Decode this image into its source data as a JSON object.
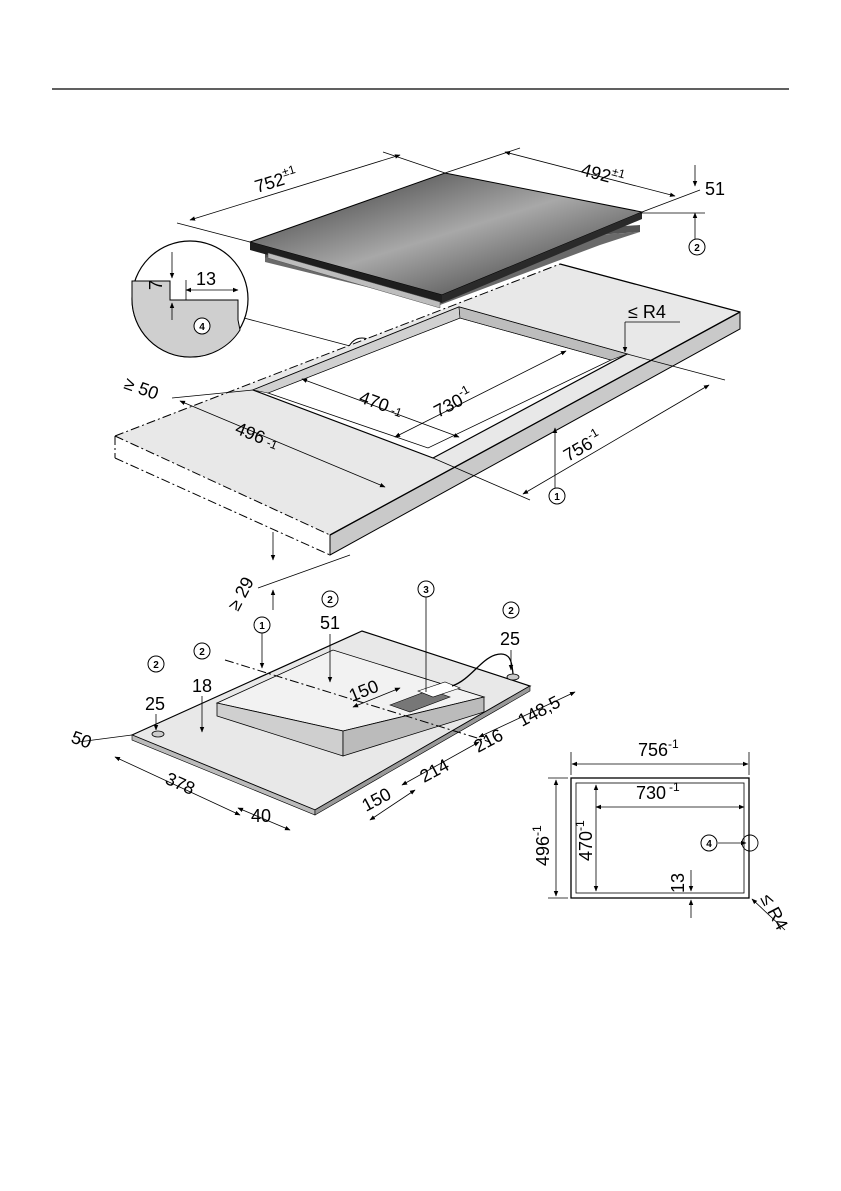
{
  "hob": {
    "width": {
      "value": "752",
      "tol": "±1"
    },
    "depth": {
      "value": "492",
      "tol": "±1"
    },
    "height": "51",
    "height_ref": "2"
  },
  "cutout": {
    "detail_corner_w": "13",
    "detail_corner_h": "7",
    "detail_ref": "4",
    "corner_radius": "≤ R4",
    "front_clearance": "≥ 50",
    "inner_depth": {
      "value": "470",
      "tol": "-1"
    },
    "inner_width": {
      "value": "730",
      "tol": "-1"
    },
    "outer_depth": {
      "value": "496",
      "tol": "-1"
    },
    "outer_width": {
      "value": "756",
      "tol": "-1"
    },
    "worktop_ref": "1",
    "worktop_min": "≥ 29"
  },
  "underside": {
    "ref_1": "1",
    "ref_2a": "2",
    "val_2a": "51",
    "ref_3": "3",
    "ref_2b": "2",
    "val_2b": "25",
    "ref_2c": "2",
    "val_2c": "25",
    "ref_2d": "2",
    "val_2d": "18",
    "d150_top": "150",
    "d148_5": "148,5",
    "d216": "216",
    "d214": "214",
    "d150_bottom": "150",
    "d40": "40",
    "d378": "378",
    "d50": "50"
  },
  "plan": {
    "outer_w": {
      "value": "756",
      "tol": "-1"
    },
    "inner_w": {
      "value": "730",
      "tol": "-1"
    },
    "outer_h": {
      "value": "496",
      "tol": "-1"
    },
    "inner_h": {
      "value": "470",
      "tol": "-1"
    },
    "gap": "13",
    "radius": "≤ R4",
    "ref": "4"
  },
  "colors": {
    "ceramic_dark": "#3a3a3a",
    "ceramic_light": "#9a9a9a",
    "worktop": "#e6e6e6",
    "worktop_edge": "#c8c8c8",
    "detail_grey": "#cfcfcf"
  }
}
